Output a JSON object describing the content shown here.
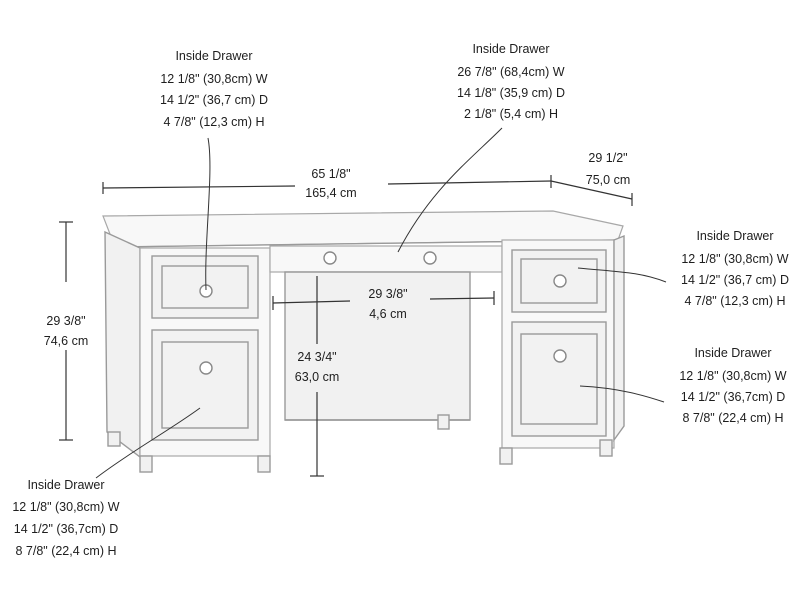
{
  "callouts": {
    "drawer_top_left": {
      "heading": "Inside Drawer",
      "lines": [
        "12 1/8\" (30,8cm) W",
        "14 1/2\" (36,7 cm) D",
        "4 7/8\" (12,3 cm) H"
      ]
    },
    "drawer_center": {
      "heading": "Inside Drawer",
      "lines": [
        "26 7/8\" (68,4cm) W",
        "14 1/8\" (35,9 cm) D",
        "2 1/8\" (5,4 cm) H"
      ]
    },
    "drawer_top_right": {
      "heading": "Inside Drawer",
      "lines": [
        "12 1/8\" (30,8cm) W",
        "14 1/2\" (36,7 cm) D",
        "4 7/8\" (12,3 cm) H"
      ]
    },
    "drawer_bottom_right": {
      "heading": "Inside Drawer",
      "lines": [
        "12 1/8\" (30,8cm) W",
        "14 1/2\" (36,7cm) D",
        "8 7/8\" (22,4 cm) H"
      ]
    },
    "drawer_bottom_left": {
      "heading": "Inside Drawer",
      "lines": [
        "12 1/8\" (30,8cm) W",
        "14 1/2\" (36,7cm) D",
        "8 7/8\" (22,4 cm) H"
      ]
    }
  },
  "dimensions": {
    "width": {
      "in": "65 1/8\"",
      "cm": "165,4 cm"
    },
    "depth": {
      "in": "29 1/2\"",
      "cm": "75,0 cm"
    },
    "height": {
      "in": "29 3/8\"",
      "cm": "74,6 cm"
    },
    "knee_width": {
      "in": "29 3/8\"",
      "cm": "4,6 cm"
    },
    "knee_height": {
      "in": "24 3/4\"",
      "cm": "63,0 cm"
    }
  }
}
